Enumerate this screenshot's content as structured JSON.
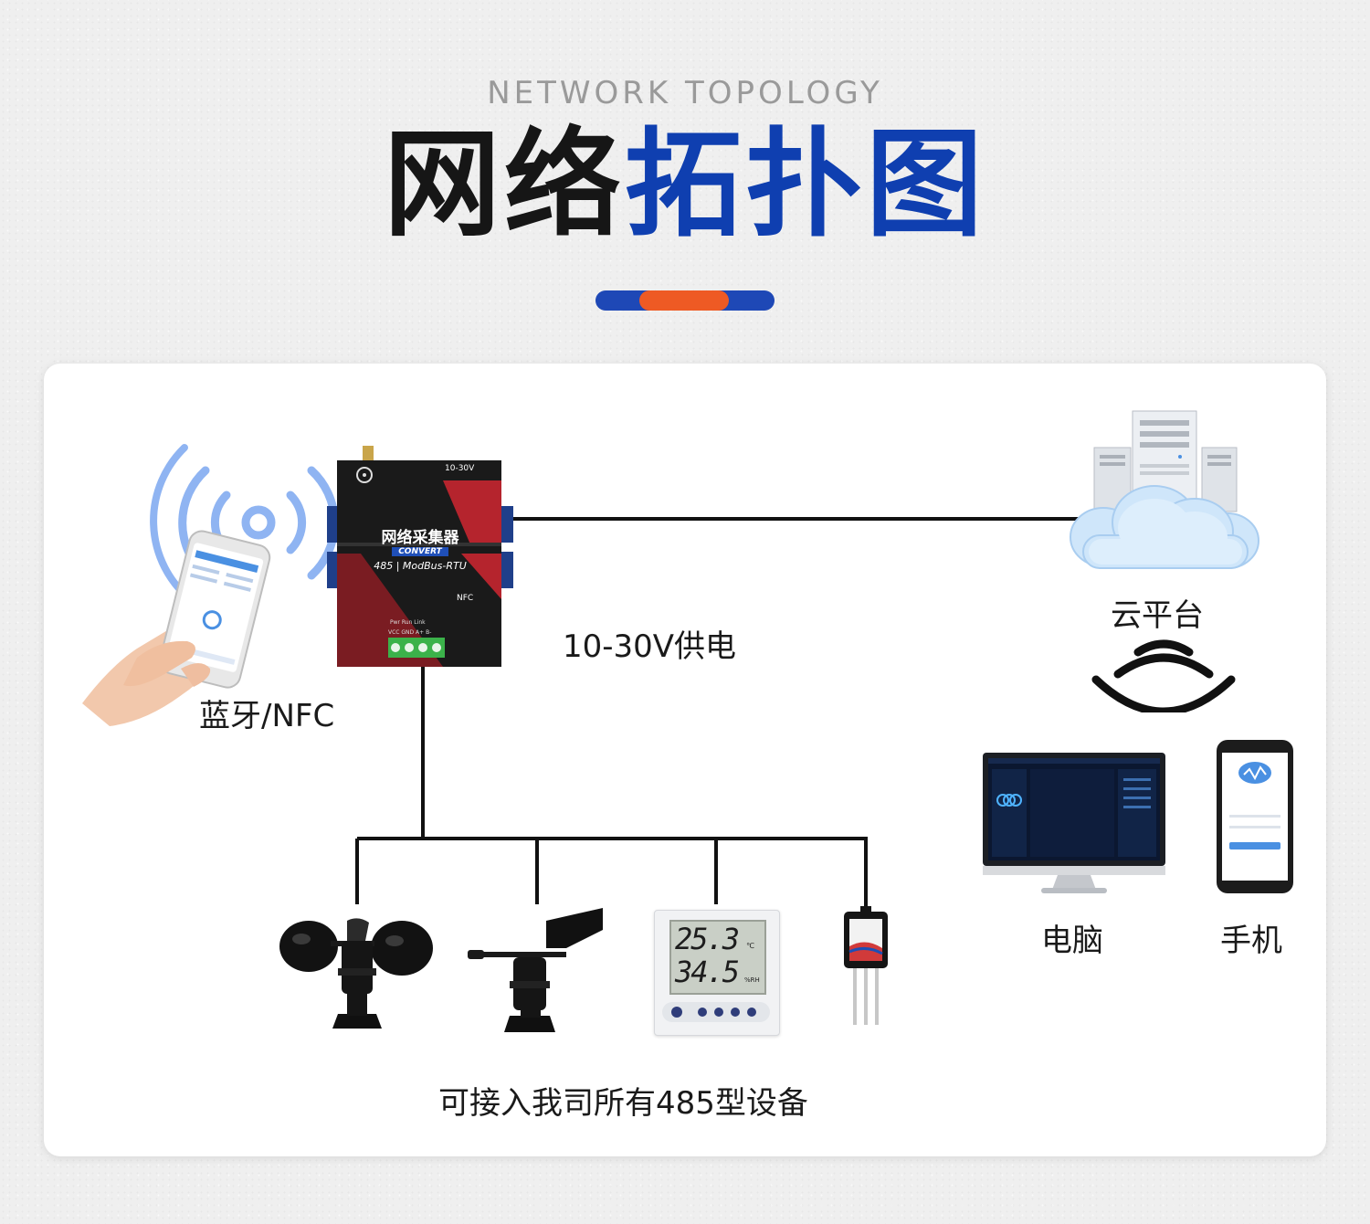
{
  "header": {
    "subtitle": "NETWORK TOPOLOGY",
    "title_dark": "网络",
    "title_blue": "拓扑图"
  },
  "colors": {
    "title_blue": "#0f3fb0",
    "accent_orange": "#ee5a24",
    "accent_blue": "#1e48b6",
    "wireless_blue": "#8fb4f2"
  },
  "gateway": {
    "name": "网络采集器",
    "badge": "CONVERT",
    "model": "485 | ModBus-RTU",
    "nfc": "NFC",
    "voltage": "10-30V",
    "terminals": "VCC GND A+ B-",
    "leds": "Pwr  Run  Link"
  },
  "labels": {
    "bluetooth": "蓝牙/NFC",
    "power": "10-30V供电",
    "cloud": "云平台",
    "computer": "电脑",
    "phone": "手机",
    "devices": "可接入我司所有485型设备"
  },
  "th_display": {
    "temperature": "25.3",
    "temperature_unit": "℃",
    "humidity": "34.5",
    "humidity_unit": "%RH"
  },
  "icons": [
    "bluetooth-wave-icon",
    "hand-phone-icon",
    "cloud-server-icon",
    "wireless-signal-icon",
    "computer-icon",
    "mobile-phone-icon",
    "anemometer-icon",
    "wind-vane-icon",
    "th-sensor-icon",
    "soil-sensor-icon"
  ]
}
